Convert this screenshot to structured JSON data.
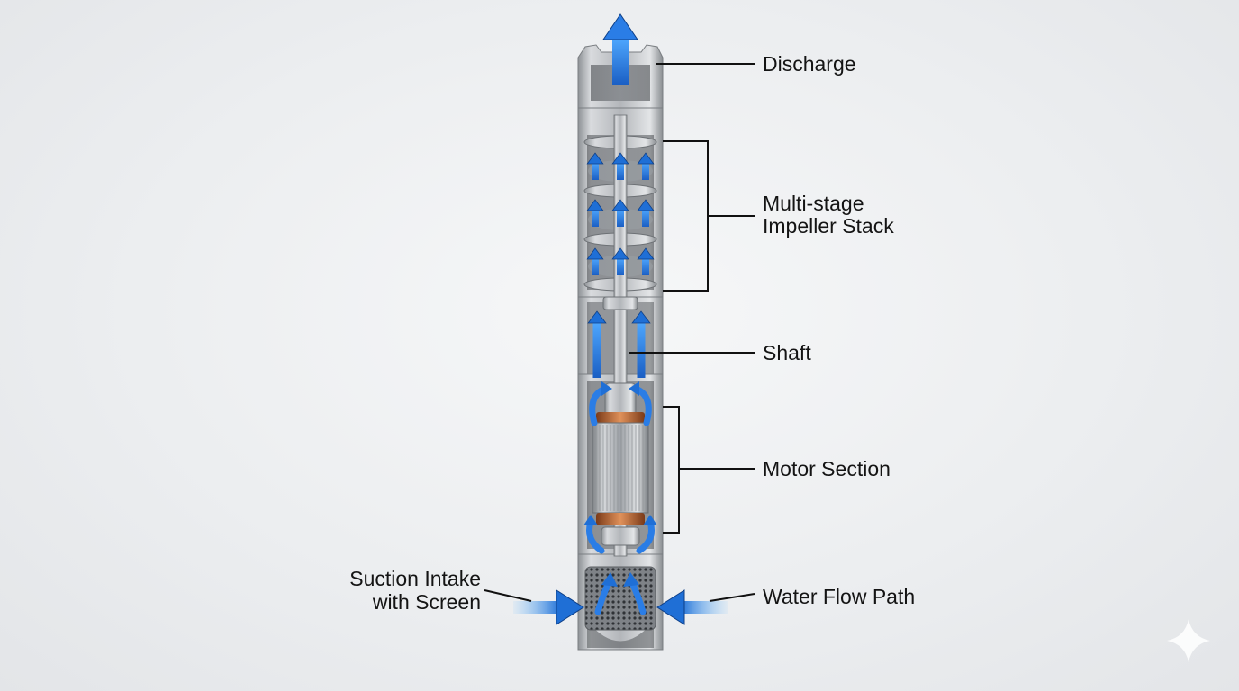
{
  "diagram": {
    "labels": {
      "discharge": "Discharge",
      "impeller_line1": "Multi-stage",
      "impeller_line2": "Impeller Stack",
      "shaft": "Shaft",
      "motor": "Motor Section",
      "suction_line1": "Suction Intake",
      "suction_line2": "with Screen",
      "water_flow": "Water Flow Path"
    },
    "icons": {
      "flow_arrow": "flow-arrow-icon",
      "watermark": "sparkle-icon"
    },
    "colors": {
      "flow_blue": "#1f6fd6",
      "flow_light": "#5fb4ff",
      "copper": "#c46a35",
      "steel": "#a9acb0",
      "line": "#111111"
    }
  }
}
